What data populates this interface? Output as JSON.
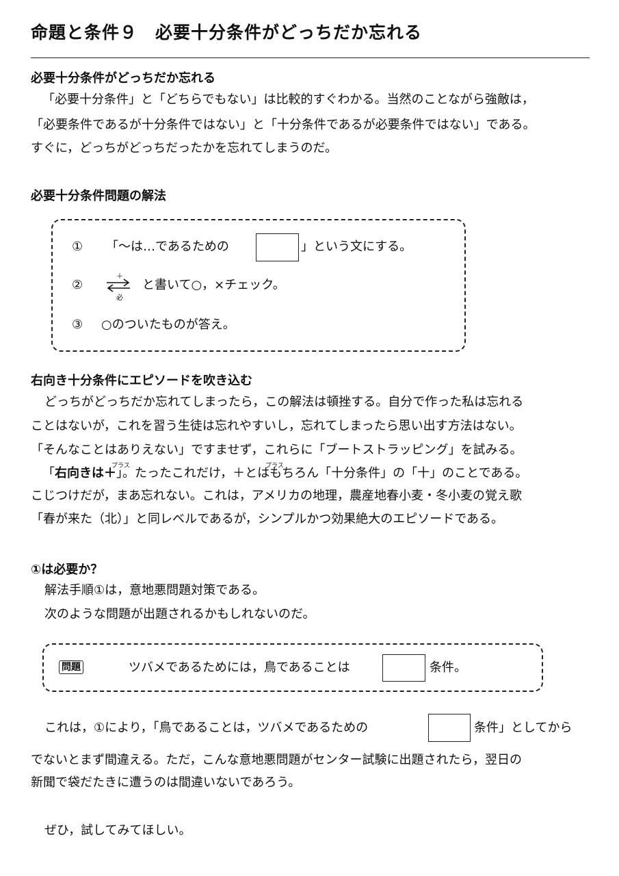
{
  "title": "命題と条件９　必要十分条件がどっちだか忘れる",
  "section1": {
    "heading": "必要十分条件がどっちだか忘れる",
    "lines": [
      "「必要十分条件」と「どちらでもない」は比較的すぐわかる。当然のことながら強敵は，",
      "「必要条件であるが十分条件ではない」と「十分条件であるが必要条件ではない」である。",
      "すぐに，どっちがどっちだったかを忘れてしまうのだ。"
    ]
  },
  "section2": {
    "heading": "必要十分条件問題の解法",
    "step1_num": "①",
    "step1_pre": "「～は…であるための",
    "step1_post": "」という文にする。",
    "step2_num": "②",
    "step2_top": "＋",
    "step2_bottom": "必",
    "step2_text": "と書いて○，×チェック。",
    "step3_num": "③",
    "step3_text": "○のついたものが答え。"
  },
  "section3": {
    "heading": "右向き十分条件にエピソードを吹き込む",
    "line1": "どっちがどっちだか忘れてしまったら，この解法は頓挫する。自分で作った私は忘れる",
    "line2": "ことはないが，これを習う生徒は忘れやすいし，忘れてしまったら思い出す方法はない。",
    "line3": "「そんなことはありえない」ですませず，これらに「ブートストラッピング」を試みる。",
    "line4_open": "「",
    "line4_bold": "右向きは＋",
    "line4_mid": "」。たったこれだけ，",
    "line4_plus": "＋",
    "line4_rest": "とはもちろん「十分条件」の「十」のことである。",
    "ruby": "プラス",
    "line5": "こじつけだが，まあ忘れない。これは，アメリカの地理，農産地春小麦・冬小麦の覚え歌",
    "line6": "「春が来た（北）」と同レベルであるが，シンプルかつ効果絶大のエピソードである。"
  },
  "section4": {
    "heading": "①は必要か？",
    "line1": "解法手順①は，意地悪問題対策である。",
    "line2": "次のような問題が出題されるかもしれないのだ。",
    "problem_tag": "問題",
    "problem_pre": "ツバメであるためには，鳥であることは",
    "problem_post": "条件。",
    "after1_pre": "これは，①により，「鳥であることは，ツバメであるための",
    "after1_post": "条件」としてから",
    "after2": "でないとまず間違える。ただ，こんな意地悪問題がセンター試験に出題されたら，翌日の",
    "after3": "新聞で袋だたきに遭うのは間違いないであろう。",
    "closing": "ぜひ，試してみてほしい。"
  }
}
